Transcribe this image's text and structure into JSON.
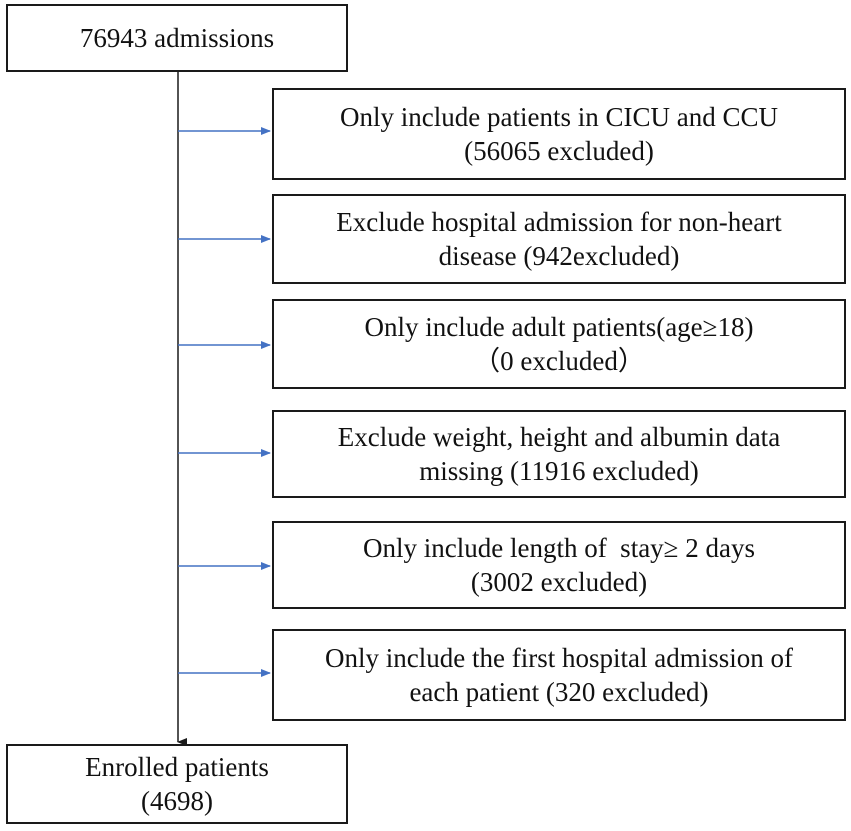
{
  "start": {
    "text": "76943 admissions"
  },
  "exclusions": [
    {
      "line1": "Only include patients in CICU and CCU",
      "line2": "(56065 excluded)"
    },
    {
      "line1": "Exclude hospital admission for non-heart",
      "line2": "disease (942excluded)"
    },
    {
      "line1": "Only include adult patients(age≥18)",
      "line2": "（0 excluded）"
    },
    {
      "line1": "Exclude weight, height and albumin data",
      "line2": "missing (11916 excluded)"
    },
    {
      "line1": "Only include length of  stay≥ 2 days",
      "line2": "(3002 excluded)"
    },
    {
      "line1": "Only include the first hospital admission of",
      "line2": "each patient (320 excluded)"
    }
  ],
  "end": {
    "line1": "Enrolled patients",
    "line2": "(4698)"
  },
  "colors": {
    "arrow_branch": "#4472c4",
    "main_line": "#1a1a1a",
    "box_border": "#1a1a1a"
  }
}
